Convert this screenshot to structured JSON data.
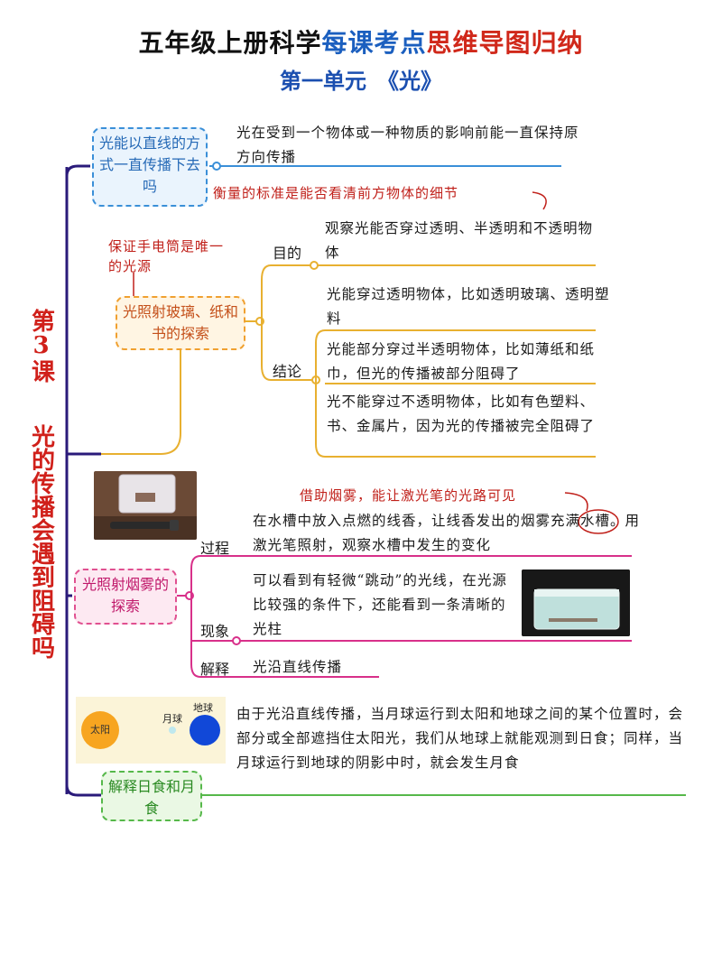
{
  "header": {
    "title_part1": "五年级上册科学",
    "title_part2": "每课考点",
    "title_part3": "思维导图归纳",
    "subtitle": "第一单元　《光》"
  },
  "lesson": {
    "number": "第3课",
    "title": "光的传播会遇到阻碍吗"
  },
  "branch1": {
    "topic": "光能以直线的方式一直传播下去吗",
    "text": "光在受到一个物体或一种物质的影响前能一直保持原方向传播",
    "note": "衡量的标准是能否看清前方物体的细节"
  },
  "branch2": {
    "topic": "光照射玻璃、纸和书的探索",
    "note": "保证手电筒是唯一的光源",
    "purpose_label": "目的",
    "purpose_text": "观察光能否穿过透明、半透明和不透明物体",
    "conclusion_label": "结论",
    "conclusions": [
      "光能穿过透明物体，比如透明玻璃、透明塑料",
      "光能部分穿过半透明物体，比如薄纸和纸巾，但光的传播被部分阻碍了",
      "光不能穿过不透明物体，比如有色塑料、书、金属片，因为光的传播被完全阻碍了"
    ]
  },
  "branch3": {
    "topic": "光照射烟雾的探索",
    "note": "借助烟雾，能让激光笔的光路可见",
    "process_label": "过程",
    "process_text": "在水槽中放入点燃的线香，让线香发出的烟雾充满水槽。用激光笔照射，观察水槽中发生的变化",
    "phenomenon_label": "现象",
    "phenomenon_text": "可以看到有轻微“跳动”的光线，在光源比较强的条件下，还能看到一条清晰的光柱",
    "explanation_label": "解释",
    "explanation_text": "光沿直线传播"
  },
  "branch4": {
    "topic": "解释日食和月食",
    "text": "由于光沿直线传播，当月球运行到太阳和地球之间的某个位置时，会部分或全部遮挡住太阳光，我们从地球上就能观测到日食；同样，当月球运行到地球的阴影中时，就会发生月食",
    "diagram_sun": "太阳",
    "diagram_moon": "月球",
    "diagram_earth": "地球"
  },
  "colors": {
    "trunk": "#2a1a7a",
    "branch1": "#3a8fd8",
    "branch2": "#e8b030",
    "branch3": "#d8308a",
    "branch4": "#56b84a",
    "accent_red": "#d0201a"
  }
}
